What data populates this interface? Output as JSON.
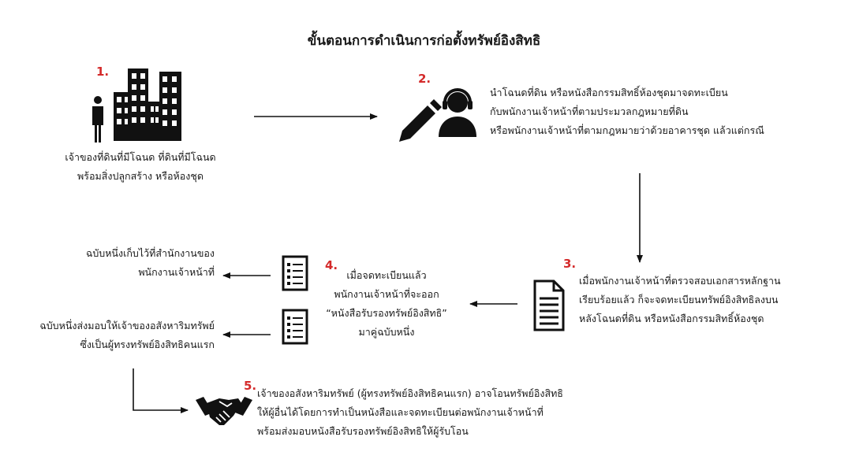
{
  "title": "ขั้นตอนการดำเนินการก่อตั้งทรัพย์อิงสิทธิ",
  "steps": {
    "s1": {
      "num": "1.",
      "lines": [
        "เจ้าของที่ดินที่มีโฉนด ที่ดินที่มีโฉนด",
        "พร้อมสิ่งปลูกสร้าง หรือห้องชุด"
      ]
    },
    "s2": {
      "num": "2.",
      "lines": [
        "นำโฉนดที่ดิน หรือหนังสือกรรมสิทธิ์ห้องชุดมาจดทะเบียน",
        "กับพนักงานเจ้าหน้าที่ตามประมวลกฎหมายที่ดิน",
        "หรือพนักงานเจ้าหน้าที่ตามกฎหมายว่าด้วยอาคารชุด แล้วแต่กรณี"
      ]
    },
    "s3": {
      "num": "3.",
      "lines": [
        "เมื่อพนักงานเจ้าหน้าที่ตรวจสอบเอกสารหลักฐาน",
        "เรียบร้อยแล้ว ก็จะจดทะเบียนทรัพย์อิงสิทธิลงบน",
        "หลังโฉนดที่ดิน หรือหนังสือกรรมสิทธิ์ห้องชุด"
      ]
    },
    "s4": {
      "num": "4.",
      "lines": [
        "เมื่อจดทะเบียนแล้ว",
        "พนักงานเจ้าหน้าที่จะออก",
        "“หนังสือรับรองทรัพย์อิงสิทธิ”",
        "มาคู่ฉบับหนึ่ง"
      ]
    },
    "s5": {
      "num": "5.",
      "lines": [
        "เจ้าของอสังหาริมทรัพย์ (ผู้ทรงทรัพย์อิงสิทธิคนแรก) อาจโอนทรัพย์อิงสิทธิ",
        "ให้ผู้อื่นได้โดยการทำเป็นหนังสือและจดทะเบียนต่อพนักงานเจ้าหน้าที่",
        "พร้อมส่งมอบหนังสือรับรองทรัพย์อิงสิทธิให้ผู้รับโอน"
      ]
    }
  },
  "copies": {
    "copy1": [
      "ฉบับหนึ่งเก็บไว้ที่สำนักงานของ",
      "พนักงานเจ้าหน้าที่"
    ],
    "copy2": [
      "ฉบับหนึ่งส่งมอบให้เจ้าของอสังหาริมทรัพย์",
      "ซึ่งเป็นผู้ทรงทรัพย์อิงสิทธิคนแรก"
    ]
  },
  "icons": {
    "owner": "person-buildings-icon",
    "officer": "officer-pen-icon",
    "document": "document-icon",
    "checklist": "checklist-icon",
    "handshake": "handshake-icon"
  },
  "colors": {
    "number": "#d42a2a",
    "ink": "#1a1a1a"
  }
}
